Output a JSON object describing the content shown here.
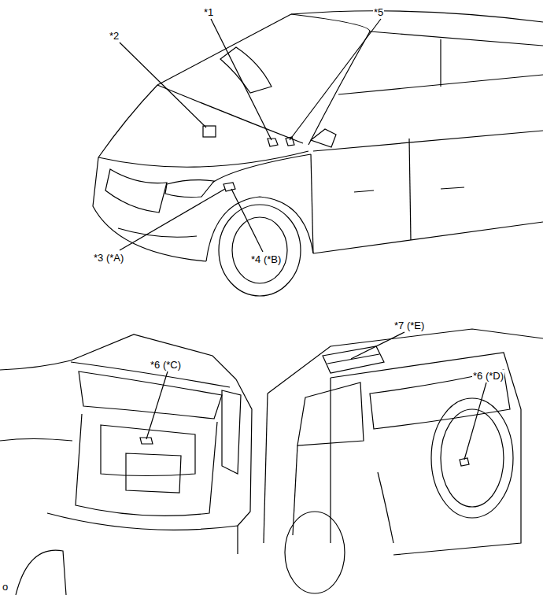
{
  "diagram": {
    "labels": [
      "*1",
      "*5",
      "*2",
      "*3 (*A)",
      "*4 (*B)",
      "*7 (*E)",
      "*6 (*C)",
      "*6 (*D)",
      "o"
    ]
  }
}
